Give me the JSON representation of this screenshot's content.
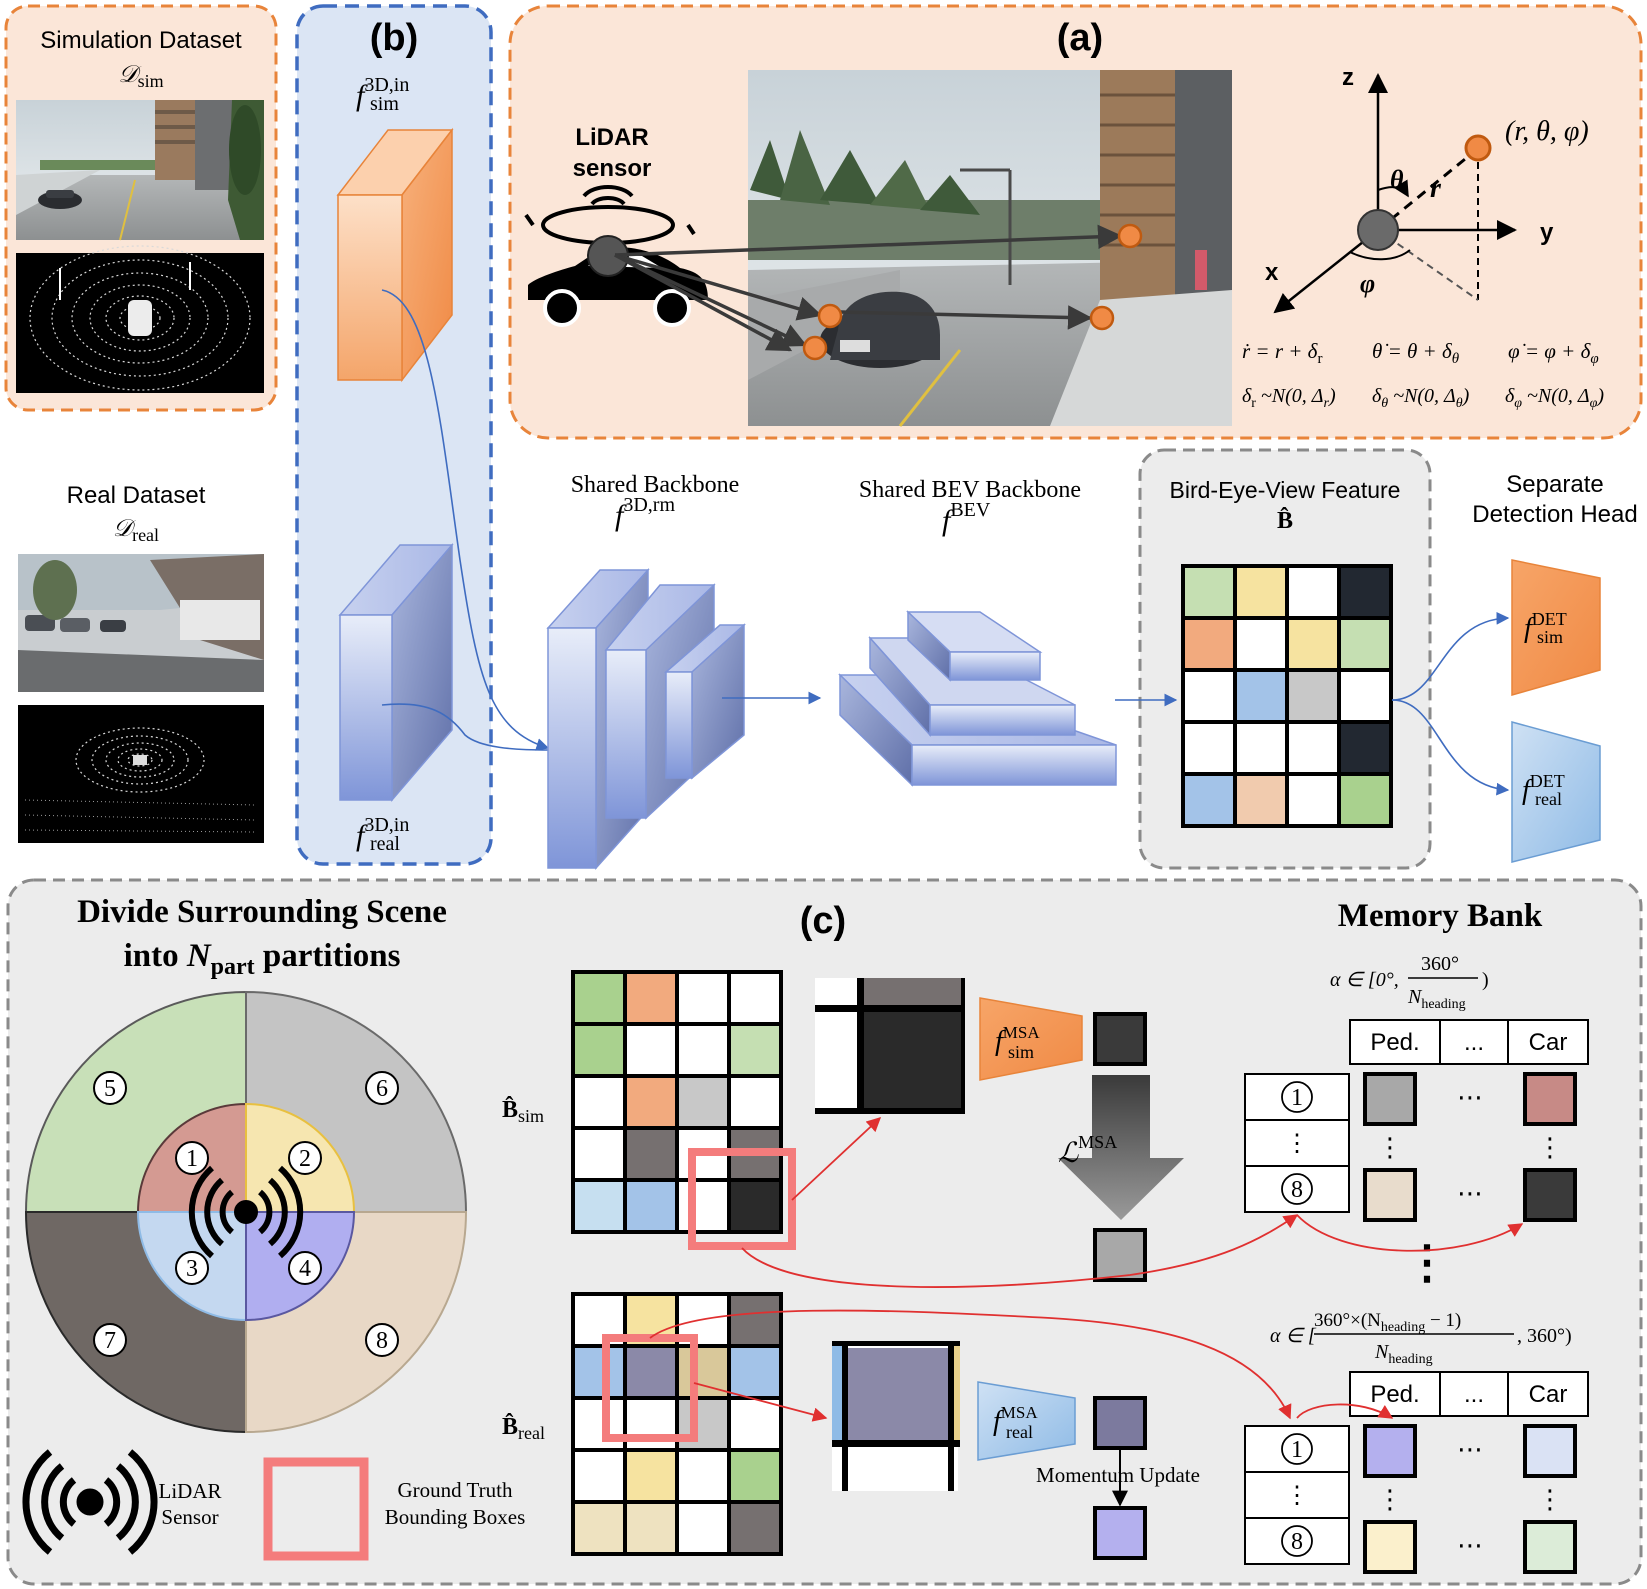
{
  "panel_labels": {
    "a": "(a)",
    "b": "(b)",
    "c": "(c)"
  },
  "sim_dataset": {
    "title": "Simulation Dataset",
    "symbol": "𝒟",
    "sub": "sim"
  },
  "real_dataset": {
    "title": "Real Dataset",
    "symbol": "𝒟",
    "sub": "real"
  },
  "lidar": {
    "line1": "LiDAR",
    "line2": "sensor"
  },
  "axes": {
    "z": "z",
    "y": "y",
    "x": "x",
    "theta": "θ",
    "r": "r",
    "phi": "φ",
    "point": "(r, θ, φ)"
  },
  "equations": {
    "r_dot": "ṙ = r + δ",
    "r_sub": "r",
    "theta_dot": "θ̇ = θ + δ",
    "theta_sub": "θ",
    "phi_dot": "φ̇ = φ + δ",
    "phi_sub": "φ",
    "dist_r": "δ",
    "dist_r_sub": "r",
    "dist_r_tail": " ~N(0, Δ",
    "dist_theta": "δ",
    "dist_theta_sub": "θ",
    "dist_theta_tail": " ~N(0, Δ",
    "dist_phi": "δ",
    "dist_phi_sub": "φ",
    "dist_phi_tail": " ~N(0, Δ",
    "close": ")"
  },
  "f_sim_in": {
    "f": "f",
    "sup": "3D,in",
    "sub": "sim"
  },
  "f_real_in": {
    "f": "f",
    "sup": "3D,in",
    "sub": "real"
  },
  "shared_backbone": {
    "title": "Shared Backbone",
    "f": "f",
    "sup": "3D,rm"
  },
  "shared_bev": {
    "title": "Shared BEV Backbone",
    "f": "f",
    "sup": "BEV"
  },
  "bev_feature": {
    "title": "Bird-Eye-View Feature",
    "symbol": "B̂"
  },
  "det_head": {
    "line1": "Separate",
    "line2": "Detection Head",
    "sim": {
      "f": "f",
      "sup": "DET",
      "sub": "sim"
    },
    "real": {
      "f": "f",
      "sup": "DET",
      "sub": "real"
    }
  },
  "partition": {
    "title1": "Divide Surrounding Scene",
    "title2_pre": "into ",
    "title2_N": "N",
    "title2_sub": "part",
    "title2_post": " partitions",
    "labels": [
      "1",
      "2",
      "3",
      "4",
      "5",
      "6",
      "7",
      "8"
    ]
  },
  "legend": {
    "lidar1": "LiDAR",
    "lidar2": "Sensor",
    "gt1": "Ground Truth",
    "gt2": "Bounding Boxes"
  },
  "b_sim_label": {
    "symbol": "B̂",
    "sub": "sim"
  },
  "b_real_label": {
    "symbol": "B̂",
    "sub": "real"
  },
  "msa": {
    "sim": {
      "f": "f",
      "sup": "MSA",
      "sub": "sim"
    },
    "real": {
      "f": "f",
      "sup": "MSA",
      "sub": "real"
    },
    "loss": "ℒ",
    "loss_sup": "MSA",
    "momentum": "Momentum Update"
  },
  "memory_bank": {
    "title": "Memory Bank",
    "range1": {
      "pre": "α ∈ [0°,",
      "num": "360°",
      "den": "N",
      "den_sub": "heading",
      "post": ")"
    },
    "range2": {
      "pre": "α ∈ [",
      "num": "360°×(N",
      "num_sub": "heading",
      "num_post": " − 1)",
      "den": "N",
      "den_sub": "heading",
      "post": ", 360°)"
    },
    "columns": [
      "Ped.",
      "...",
      "Car"
    ],
    "rows": [
      "1",
      "⋮",
      "8"
    ],
    "dots": "⋯",
    "vdots": "⋮",
    "bigvdots": "⋮"
  },
  "colors": {
    "orange_panel": "#fbe6d8",
    "orange_border": "#e8843a",
    "blue_panel": "#dbe5f4",
    "blue_border": "#3f6cc0",
    "gray_panel": "#ececec",
    "gray_border": "#8a8a8a",
    "red": "#e03030",
    "gt_box": "#f47c7c"
  }
}
